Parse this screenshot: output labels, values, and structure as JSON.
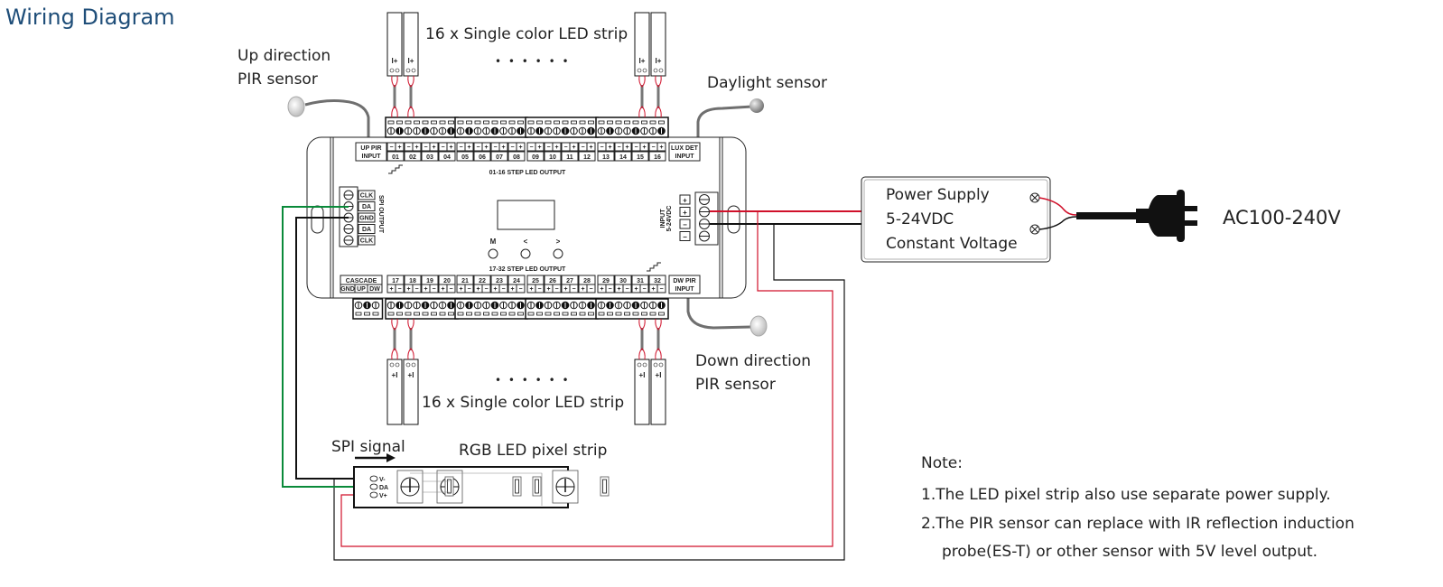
{
  "title": "Wiring Diagram",
  "sensors": {
    "up_pir": [
      "Up direction",
      "PIR sensor"
    ],
    "daylight": "Daylight sensor",
    "down_pir": [
      "Down direction",
      "PIR sensor"
    ]
  },
  "strips": {
    "top_label": "16 x Single color LED strip",
    "bottom_label": "16 x Single color LED strip",
    "ellipsis": "• • • • • •",
    "strip_pins_top": "I+",
    "strip_pins_bottom": "+I"
  },
  "controller": {
    "up_pir_input": [
      "UP PIR",
      "INPUT"
    ],
    "lux_det_input": [
      "LUX DET",
      "INPUT"
    ],
    "dw_pir_input": [
      "DW PIR",
      "INPUT"
    ],
    "top_output_label": "01-16 STEP LED OUTPUT",
    "bottom_output_label": "17-32 STEP LED OUTPUT",
    "top_channels": [
      "01",
      "02",
      "03",
      "04",
      "05",
      "06",
      "07",
      "08",
      "09",
      "10",
      "11",
      "12",
      "13",
      "14",
      "15",
      "16"
    ],
    "bottom_channels": [
      "17",
      "18",
      "19",
      "20",
      "21",
      "22",
      "23",
      "24",
      "25",
      "26",
      "27",
      "28",
      "29",
      "30",
      "31",
      "32"
    ],
    "top_polarity": [
      "−",
      "+"
    ],
    "bottom_polarity": [
      "+",
      "−"
    ],
    "cascade": {
      "label": "CASCADE",
      "pins": [
        "GND",
        "UP",
        "DW"
      ]
    },
    "spi_output": {
      "label": "SPI OUTPUT",
      "pins": [
        "CLK",
        "DA",
        "GND",
        "DA",
        "CLK"
      ]
    },
    "power_input": {
      "label": [
        "INPUT",
        "5-24VDC"
      ],
      "pins": [
        "+",
        "+",
        "−",
        "−"
      ]
    },
    "buttons": [
      "M",
      "<",
      ">"
    ]
  },
  "power_supply": {
    "lines": [
      "Power Supply",
      "5-24VDC",
      "Constant Voltage"
    ],
    "ac_label": "AC100-240V"
  },
  "pixel_strip": {
    "spi_label": "SPI signal",
    "title": "RGB LED pixel strip",
    "pins": [
      "V-",
      "DA",
      "V+"
    ]
  },
  "notes": {
    "heading": "Note:",
    "items": [
      "1.The LED pixel strip also use separate power supply.",
      "2.The PIR sensor can replace with IR reflection induction",
      "probe(ES-T) or other sensor with 5V level output."
    ]
  },
  "colors": {
    "title": "#1f4e79",
    "positive_wire": "#d0102a",
    "negative_wire": "#111111",
    "data_wire": "#0a8a3a",
    "cable": "#6f6f6f"
  }
}
